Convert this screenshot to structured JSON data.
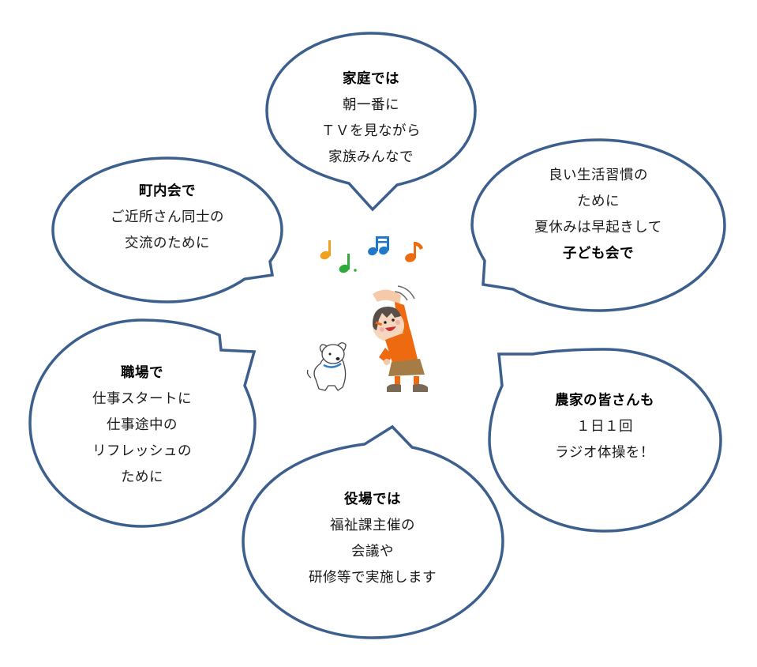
{
  "colors": {
    "bubble_outline": "#3c5f8e",
    "bubble_fill": "#ffffff",
    "note_orange_light": "#f0a020",
    "note_green": "#2eaa3a",
    "note_blue": "#1f78c8",
    "note_orange": "#ec6a10",
    "shirt": "#ee6a10",
    "skirt": "#a57c45",
    "hair": "#5a4e4a",
    "dog_collar": "#2f7fd0"
  },
  "bubbles": {
    "top": {
      "heading": "家庭では",
      "lines": [
        "朝一番に",
        "ＴＶを見ながら",
        "家族みんなで"
      ]
    },
    "upper_left": {
      "heading": "町内会で",
      "lines": [
        "ご近所さん同士の",
        "交流のために"
      ]
    },
    "upper_right": {
      "lines": [
        "良い生活習慣の",
        "ために",
        "夏休みは早起きして"
      ],
      "heading": "子ども会で"
    },
    "lower_left": {
      "heading": "職場で",
      "lines": [
        "仕事スタートに",
        "仕事途中の",
        "リフレッシュの",
        "ために"
      ]
    },
    "lower_right": {
      "heading": "農家の皆さんも",
      "lines": [
        "１日１回",
        "ラジオ体操を！"
      ]
    },
    "bottom": {
      "heading": "役場では",
      "lines": [
        "福祉課主催の",
        "会議や",
        "研修等で実施します"
      ]
    }
  },
  "illustration": {
    "icons": [
      "music-note-orange-light",
      "music-note-green",
      "music-note-beamed-blue",
      "music-note-orange",
      "child-stretching",
      "dog"
    ]
  }
}
